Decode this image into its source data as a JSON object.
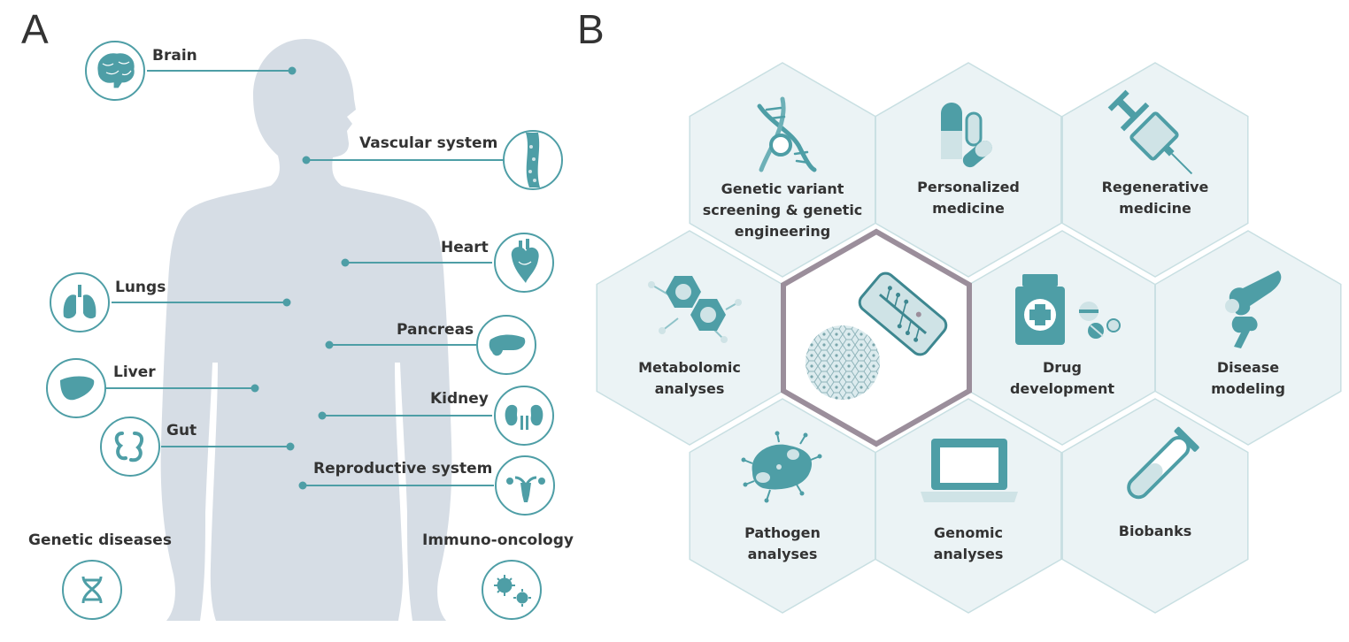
{
  "panels": {
    "a_letter": "A",
    "b_letter": "B"
  },
  "colors": {
    "teal": "#4e9ea6",
    "silhouette": "#d6dde5",
    "hex_fill": "#ebf3f5",
    "hex_stroke": "#c8dfe2",
    "center_stroke": "#9b8e9b",
    "text": "#333333"
  },
  "panel_a": {
    "organs": [
      {
        "label": "Brain",
        "icon": "brain-icon"
      },
      {
        "label": "Vascular system",
        "icon": "vessel-icon"
      },
      {
        "label": "Heart",
        "icon": "heart-icon"
      },
      {
        "label": "Lungs",
        "icon": "lungs-icon"
      },
      {
        "label": "Pancreas",
        "icon": "pancreas-icon"
      },
      {
        "label": "Liver",
        "icon": "liver-icon"
      },
      {
        "label": "Kidney",
        "icon": "kidney-icon"
      },
      {
        "label": "Gut",
        "icon": "gut-icon"
      },
      {
        "label": "Reproductive system",
        "icon": "uterus-icon"
      },
      {
        "label": "Genetic diseases",
        "icon": "dna-icon"
      },
      {
        "label": "Immuno-oncology",
        "icon": "virus-icon"
      }
    ]
  },
  "panel_b": {
    "applications": [
      {
        "lines": [
          "Genetic variant",
          "screening & genetic",
          "engineering"
        ],
        "icon": "dna-helix-icon"
      },
      {
        "lines": [
          "Personalized",
          "medicine"
        ],
        "icon": "capsules-icon"
      },
      {
        "lines": [
          "Regenerative",
          "medicine"
        ],
        "icon": "syringe-icon"
      },
      {
        "lines": [
          "Metabolomic",
          "analyses"
        ],
        "icon": "molecule-icon"
      },
      {
        "lines": [
          "Drug",
          "development"
        ],
        "icon": "medicine-bottle-icon"
      },
      {
        "lines": [
          "Disease",
          "modeling"
        ],
        "icon": "joint-icon"
      },
      {
        "lines": [
          "Pathogen",
          "analyses"
        ],
        "icon": "bacterium-icon"
      },
      {
        "lines": [
          "Genomic",
          "analyses"
        ],
        "icon": "laptop-icon"
      },
      {
        "lines": [
          "Biobanks"
        ],
        "icon": "test-tube-icon"
      }
    ],
    "center": {
      "icons": [
        "organ-on-chip-icon",
        "cell-culture-icon"
      ]
    }
  }
}
